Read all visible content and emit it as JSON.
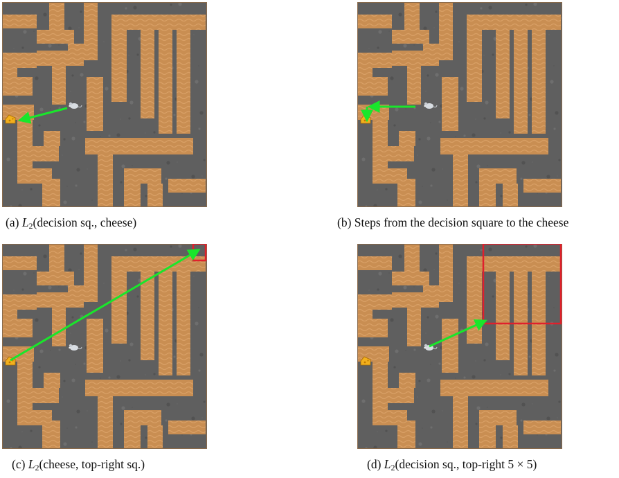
{
  "panels": [
    {
      "id": "a",
      "caption": {
        "label": "(a)",
        "math": "L",
        "sub": "2",
        "text": "(decision sq., cheese)"
      }
    },
    {
      "id": "b",
      "caption": {
        "label": "(b)",
        "math": "",
        "sub": "",
        "text": "Steps from the decision square to the cheese"
      }
    },
    {
      "id": "c",
      "caption": {
        "label": "(c)",
        "math": "L",
        "sub": "2",
        "text": "(cheese, top-right sq.)"
      }
    },
    {
      "id": "d",
      "caption": {
        "label": "(d)",
        "math": "L",
        "sub": "2",
        "text": "(decision sq., top-right 5 × 5)"
      }
    }
  ],
  "colors": {
    "path": "#c98e52",
    "wall": "#5f5f5f",
    "arrow": "#19e62b",
    "highlight": "#e0202c"
  },
  "icons": {
    "mouse": "mouse-icon",
    "cheese": "cheese-icon"
  }
}
